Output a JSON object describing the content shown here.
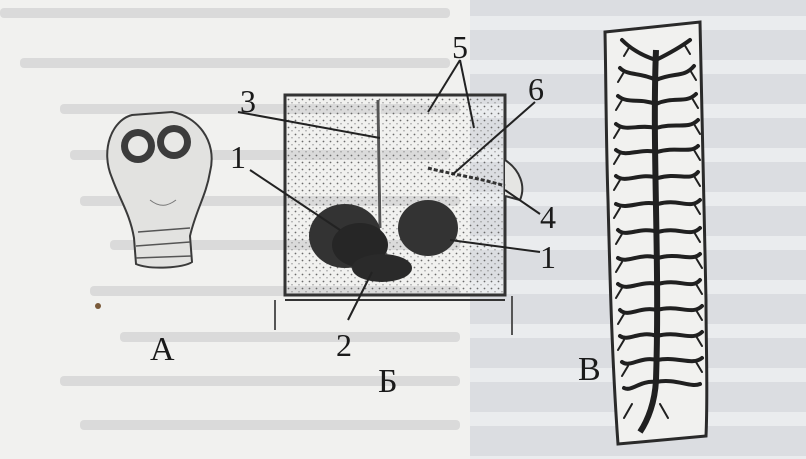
{
  "figure": {
    "panels": [
      {
        "id": "A",
        "label": "А"
      },
      {
        "id": "B",
        "label": "Б"
      },
      {
        "id": "V",
        "label": "В"
      }
    ],
    "callouts": {
      "n1_left": "1",
      "n1_right": "1",
      "n2": "2",
      "n3": "3",
      "n4": "4",
      "n5": "5",
      "n6": "6"
    }
  }
}
